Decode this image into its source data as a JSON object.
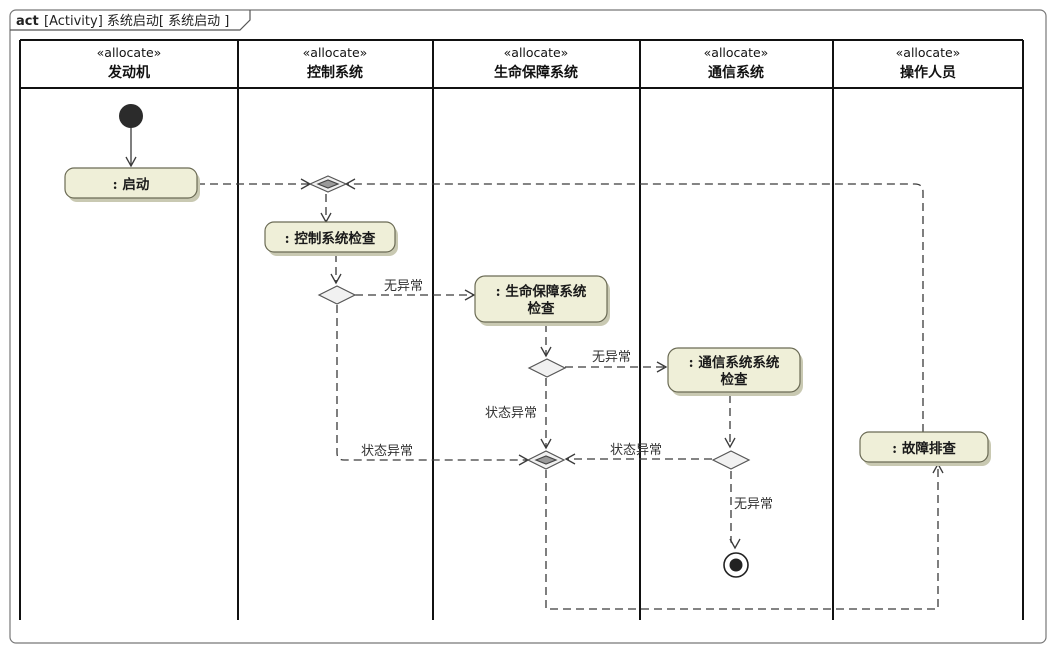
{
  "frame": {
    "keyword": "act",
    "title": "[Activity] 系统启动[ 系统启动 ]"
  },
  "lanes": [
    {
      "stereotype": "«allocate»",
      "name": "发动机"
    },
    {
      "stereotype": "«allocate»",
      "name": "控制系统"
    },
    {
      "stereotype": "«allocate»",
      "name": "生命保障系统"
    },
    {
      "stereotype": "«allocate»",
      "name": "通信系统"
    },
    {
      "stereotype": "«allocate»",
      "name": "操作人员"
    }
  ],
  "actions": {
    "start": ": 启动",
    "control_check": ": 控制系统检查",
    "life_check_1": ": 生命保障系统",
    "life_check_2": "检查",
    "comm_check_1": ": 通信系统系统",
    "comm_check_2": "检查",
    "fault": ": 故障排查"
  },
  "guards": {
    "ok_1": "无异常",
    "ok_2": "无异常",
    "ok_3": "无异常",
    "abn_1": "状态异常",
    "abn_2": "状态异常",
    "abn_3": "状态异常"
  }
}
